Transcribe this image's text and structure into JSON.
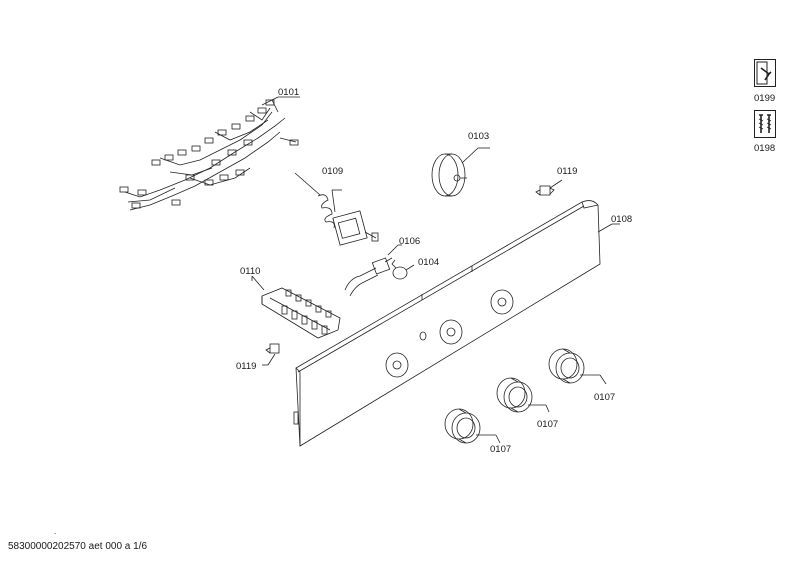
{
  "labels": {
    "p0101": "0101",
    "p0103": "0103",
    "p0109": "0109",
    "p0119a": "0119",
    "p0108": "0108",
    "p0106": "0106",
    "p0104": "0104",
    "p0110": "0110",
    "p0119b": "0119",
    "p0107a": "0107",
    "p0107b": "0107",
    "p0107c": "0107"
  },
  "side_icons": [
    {
      "code": "0199",
      "icon": "wrench-tool-icon"
    },
    {
      "code": "0198",
      "icon": "screws-icon"
    }
  ],
  "footer": "58300000202570 aet 000 a 1/6",
  "footer_dot": "."
}
